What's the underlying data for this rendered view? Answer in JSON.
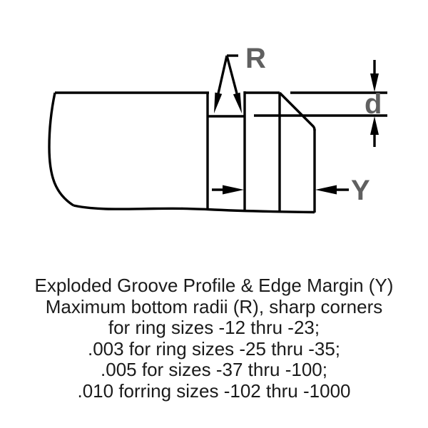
{
  "page": {
    "background": "#ffffff"
  },
  "drawing": {
    "line_color": "#000000",
    "label_color": "#606060",
    "labels": {
      "bottom_radius": "R",
      "groove_depth": "d",
      "edge_margin": "Y"
    }
  },
  "caption": {
    "lines": [
      "Exploded Groove Profile & Edge Margin (Y)",
      "Maximum bottom radii (R), sharp corners",
      "for ring sizes -12 thru -23;",
      ".003 for ring sizes -25 thru -35;",
      ".005 for sizes -37 thru -100;",
      ".010 forring sizes -102 thru -1000"
    ]
  }
}
